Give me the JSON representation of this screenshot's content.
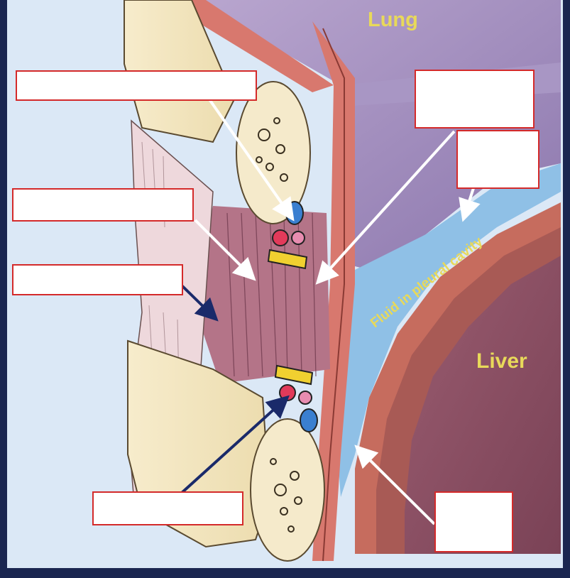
{
  "diagram": {
    "regions": {
      "lung": "Lung",
      "liver": "Liver",
      "fluid": "Fluid in pleural cavity"
    },
    "label_boxes": [
      {
        "id": "box-top-left",
        "text": ""
      },
      {
        "id": "box-top-right",
        "text": ""
      },
      {
        "id": "box-right-middle",
        "text": ""
      },
      {
        "id": "box-left-upper",
        "text": ""
      },
      {
        "id": "box-left-middle",
        "text": ""
      },
      {
        "id": "box-bottom-center",
        "text": ""
      },
      {
        "id": "box-bottom-right",
        "text": ""
      }
    ],
    "colors": {
      "frame": "#1a2650",
      "background": "#dbe8f6",
      "lung": "#9a84b8",
      "liver": "#8a4e62",
      "pleura": "#d8786e",
      "fluid": "#8fc0e6",
      "bone": "#f2e6c0",
      "region_text": "#e8d95a",
      "label_border": "#d42a2a",
      "arrow_white": "#ffffff",
      "arrow_dark": "#1a2a6a"
    }
  }
}
